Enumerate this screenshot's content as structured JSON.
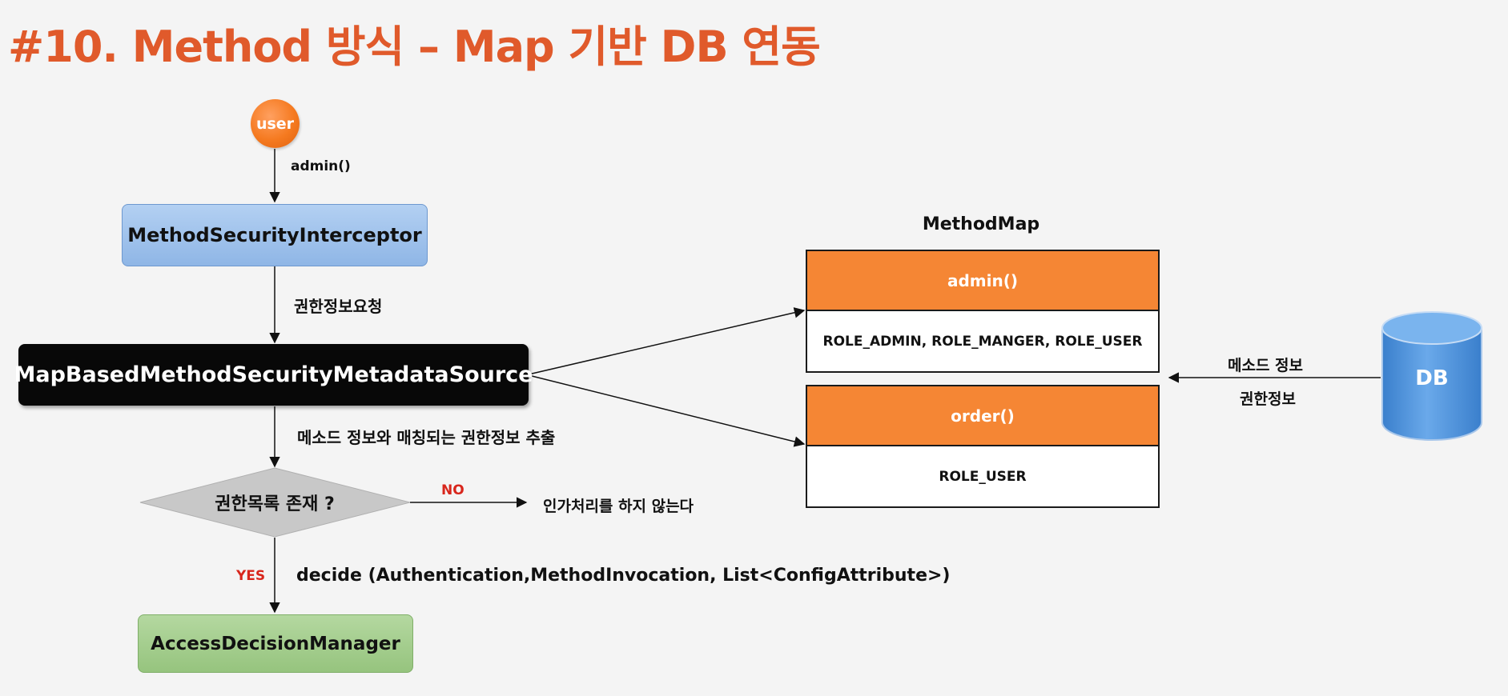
{
  "title": "#10. Method 방식 – Map 기반 DB 연동",
  "nodes": {
    "user": "user",
    "method_security_interceptor": "MethodSecurityInterceptor",
    "map_based_source": "MapBasedMethodSecurityMetadataSource",
    "decision": "권한목록 존재 ?",
    "access_decision_manager": "AccessDecisionManager",
    "db": "DB"
  },
  "edge_labels": {
    "user_to_interceptor": "admin()",
    "interceptor_to_source": "권한정보요청",
    "source_to_decision": "메소드 정보와 매칭되는 권한정보 추출",
    "no": "NO",
    "no_result": "인가처리를 하지 않는다",
    "yes": "YES",
    "yes_call": "decide (Authentication,MethodInvocation, List<ConfigAttribute>)",
    "db_method_info": "메소드 정보",
    "db_auth_info": "권한정보"
  },
  "method_map": {
    "title": "MethodMap",
    "entries": [
      {
        "method": "admin()",
        "roles": "ROLE_ADMIN, ROLE_MANGER, ROLE_USER"
      },
      {
        "method": "order()",
        "roles": "ROLE_USER"
      }
    ]
  },
  "colors": {
    "title": "#e05a2b",
    "accent_orange": "#f58634",
    "interceptor_blue": "#9ec0ec",
    "manager_green": "#a6cf90",
    "db_blue": "#4a90d9",
    "label_red": "#d8261c"
  }
}
